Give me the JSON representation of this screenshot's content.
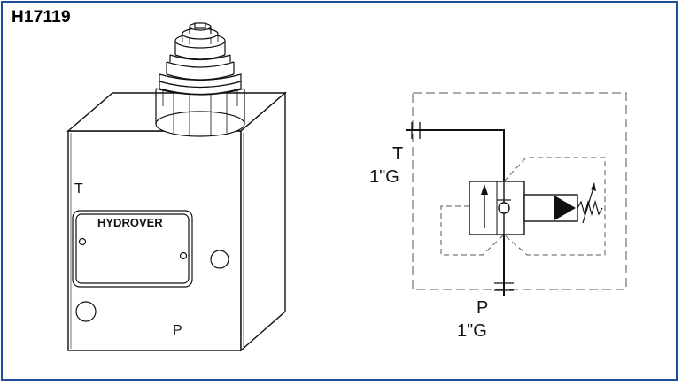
{
  "part_code": "H17119",
  "block": {
    "port_t": "T",
    "port_p": "P",
    "nameplate": "HYDROVER"
  },
  "schematic": {
    "t_port": "T",
    "t_size": "1\"G",
    "p_port": "P",
    "p_size": "1\"G"
  },
  "colors": {
    "frame": "#1f4e9c",
    "lines": "#111111"
  }
}
